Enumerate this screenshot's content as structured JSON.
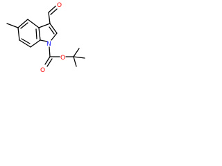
{
  "molecule": {
    "atom_labels": {
      "oxygen_aldehyde": "O",
      "nitrogen": "N",
      "oxygen_carbonyl": "O",
      "oxygen_ester": "O"
    },
    "colors": {
      "bond": "#000000",
      "nitrogen": "#1a1aff",
      "oxygen": "#ff0000",
      "background": "#ffffff"
    }
  }
}
